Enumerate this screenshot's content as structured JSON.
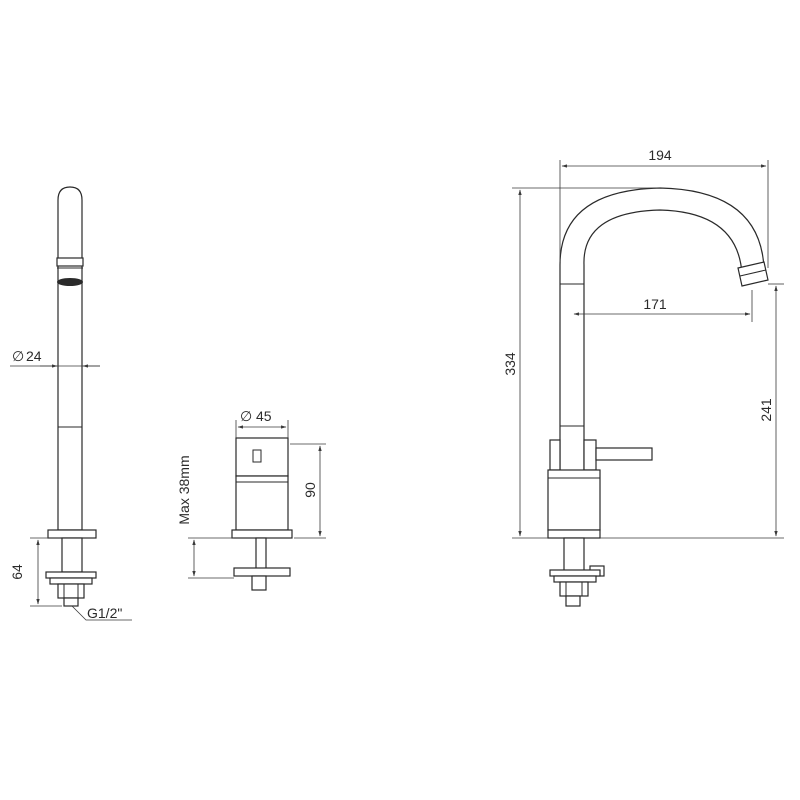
{
  "dimensions": {
    "side_diameter": "24",
    "side_thread": "G1/2\"",
    "side_height": "64",
    "handle_diameter": "45",
    "handle_max": "Max 38mm",
    "handle_height": "90",
    "front_reach": "194",
    "front_height": "334",
    "front_spout_reach": "171",
    "front_spout_height": "241"
  },
  "colors": {
    "line": "#2a2a2a",
    "background": "#ffffff"
  }
}
